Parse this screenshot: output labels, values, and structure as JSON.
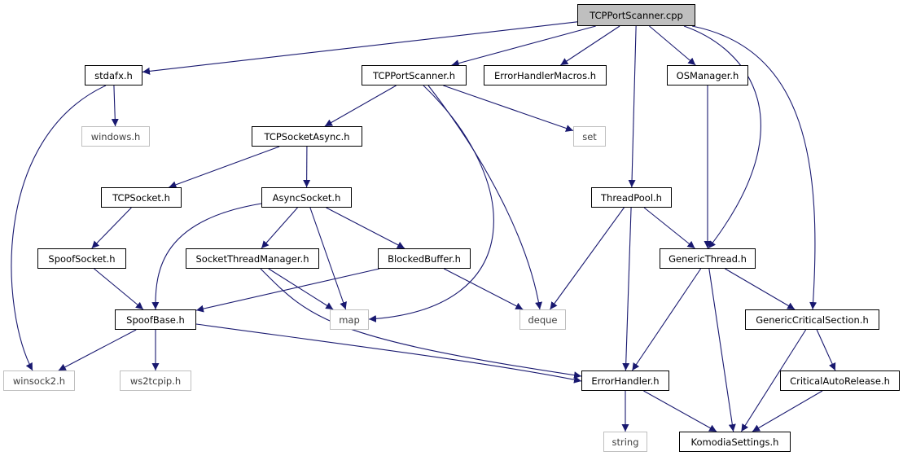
{
  "diagram": {
    "edge_color": "#191970",
    "nodes": {
      "root": {
        "label": "TCPPortScanner.cpp",
        "kind": "root"
      },
      "stdafx": {
        "label": "stdafx.h",
        "kind": "header"
      },
      "tps": {
        "label": "TCPPortScanner.h",
        "kind": "header"
      },
      "ehm": {
        "label": "ErrorHandlerMacros.h",
        "kind": "header"
      },
      "osm": {
        "label": "OSManager.h",
        "kind": "header"
      },
      "windows": {
        "label": "windows.h",
        "kind": "external"
      },
      "tcpsa": {
        "label": "TCPSocketAsync.h",
        "kind": "header"
      },
      "set": {
        "label": "set",
        "kind": "external"
      },
      "tcps": {
        "label": "TCPSocket.h",
        "kind": "header"
      },
      "async": {
        "label": "AsyncSocket.h",
        "kind": "header"
      },
      "tpool": {
        "label": "ThreadPool.h",
        "kind": "header"
      },
      "spoofs": {
        "label": "SpoofSocket.h",
        "kind": "header"
      },
      "stm": {
        "label": "SocketThreadManager.h",
        "kind": "header"
      },
      "blocked": {
        "label": "BlockedBuffer.h",
        "kind": "header"
      },
      "gthread": {
        "label": "GenericThread.h",
        "kind": "header"
      },
      "spoofbase": {
        "label": "SpoofBase.h",
        "kind": "header"
      },
      "map": {
        "label": "map",
        "kind": "external"
      },
      "deque": {
        "label": "deque",
        "kind": "external"
      },
      "gcs": {
        "label": "GenericCriticalSection.h",
        "kind": "header"
      },
      "winsock2": {
        "label": "winsock2.h",
        "kind": "external"
      },
      "ws2tcpip": {
        "label": "ws2tcpip.h",
        "kind": "external"
      },
      "eh": {
        "label": "ErrorHandler.h",
        "kind": "header"
      },
      "car": {
        "label": "CriticalAutoRelease.h",
        "kind": "header"
      },
      "string": {
        "label": "string",
        "kind": "external"
      },
      "komodia": {
        "label": "KomodiaSettings.h",
        "kind": "header"
      }
    },
    "edges": [
      [
        "root",
        "stdafx"
      ],
      [
        "root",
        "tps"
      ],
      [
        "root",
        "ehm"
      ],
      [
        "root",
        "osm"
      ],
      [
        "root",
        "tpool"
      ],
      [
        "root",
        "gthread"
      ],
      [
        "root",
        "gcs"
      ],
      [
        "stdafx",
        "windows"
      ],
      [
        "stdafx",
        "winsock2"
      ],
      [
        "tps",
        "tcpsa"
      ],
      [
        "tps",
        "set"
      ],
      [
        "tps",
        "map"
      ],
      [
        "tps",
        "deque"
      ],
      [
        "tcpsa",
        "tcps"
      ],
      [
        "tcpsa",
        "async"
      ],
      [
        "tcps",
        "spoofs"
      ],
      [
        "spoofs",
        "spoofbase"
      ],
      [
        "async",
        "spoofbase"
      ],
      [
        "async",
        "stm"
      ],
      [
        "async",
        "map"
      ],
      [
        "async",
        "blocked"
      ],
      [
        "stm",
        "map"
      ],
      [
        "stm",
        "eh"
      ],
      [
        "blocked",
        "spoofbase"
      ],
      [
        "blocked",
        "deque"
      ],
      [
        "osm",
        "gthread"
      ],
      [
        "tpool",
        "deque"
      ],
      [
        "tpool",
        "eh"
      ],
      [
        "tpool",
        "gthread"
      ],
      [
        "gthread",
        "gcs"
      ],
      [
        "gthread",
        "eh"
      ],
      [
        "gthread",
        "komodia"
      ],
      [
        "gcs",
        "car"
      ],
      [
        "gcs",
        "komodia"
      ],
      [
        "car",
        "komodia"
      ],
      [
        "spoofbase",
        "winsock2"
      ],
      [
        "spoofbase",
        "ws2tcpip"
      ],
      [
        "spoofbase",
        "eh"
      ],
      [
        "eh",
        "string"
      ],
      [
        "eh",
        "komodia"
      ]
    ]
  }
}
